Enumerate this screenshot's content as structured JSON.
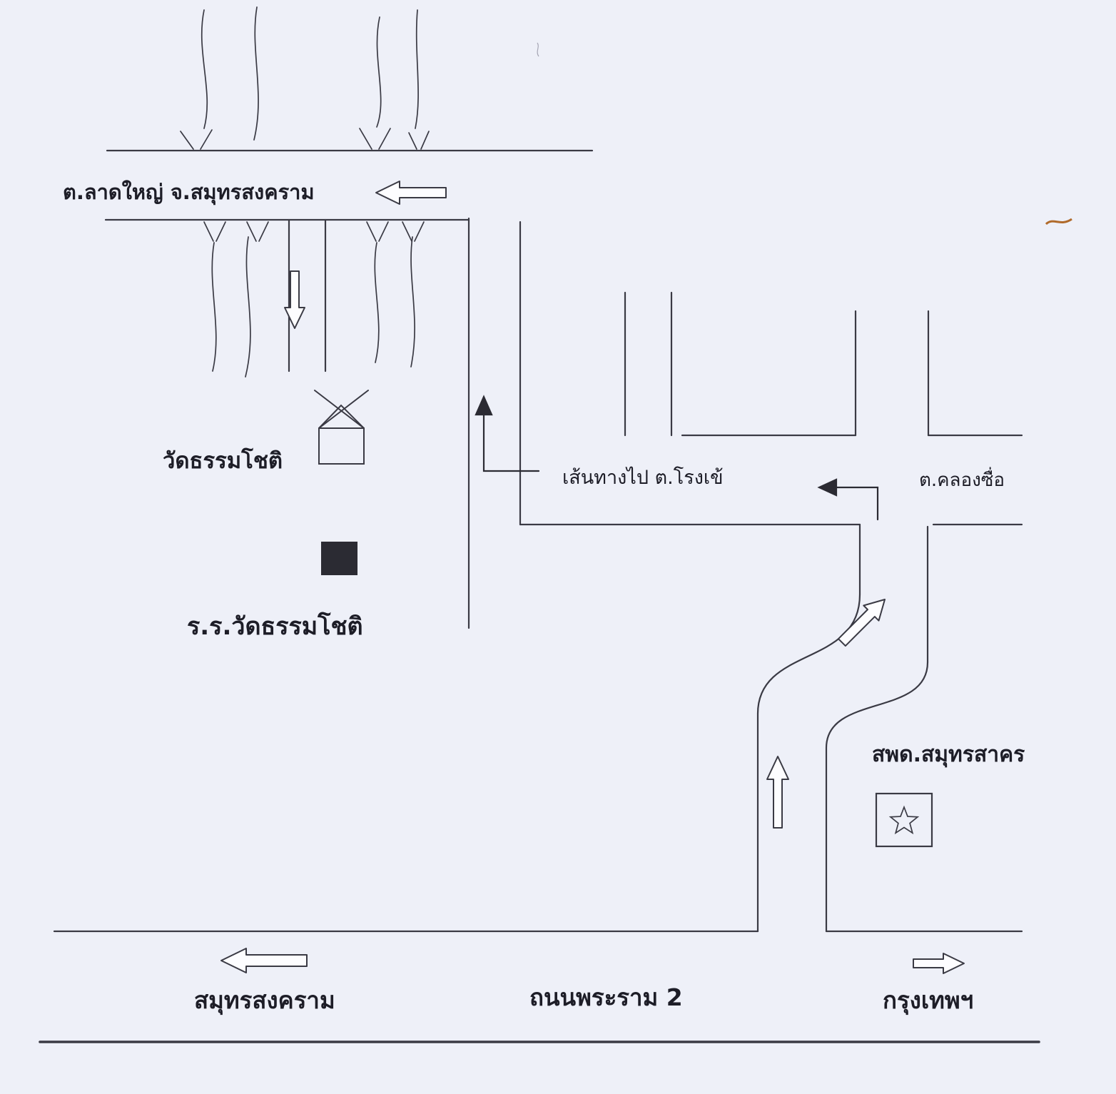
{
  "map": {
    "labels": {
      "top_left_district": "ต.ลาดใหญ่  จ.สมุทรสงคราม",
      "temple": "วัดธรรมโชติ",
      "school": "ร.ร.วัดธรรมโชติ",
      "route_note": "เส้นทางไป  ต.โรงเข้",
      "khlong_sue": "ต.คลองซื่อ",
      "office": "สพด.สมุทรสาคร",
      "west_city": "สมุทรสงคราม",
      "rama2_road": "ถนนพระราม 2",
      "east_city": "กรุงเทพฯ"
    },
    "colors": {
      "background": "#eef0f8",
      "ink": "#3a3a44",
      "text": "#1d1d27",
      "school_block_fill": "#2b2b33",
      "arrow_fill": "#fdfdff",
      "scan_artifact": "#b06a2a"
    },
    "icons": {
      "temple": "temple-icon",
      "school": "school-block-icon",
      "star_building": "star-icon",
      "arrows": [
        "arrow-left-top",
        "arrow-down-soi",
        "arrow-up-route-filled",
        "arrow-left-exit-filled",
        "arrow-up-ramp",
        "arrow-northeast-ramp",
        "arrow-left-bottom",
        "arrow-right-bottom"
      ]
    }
  }
}
